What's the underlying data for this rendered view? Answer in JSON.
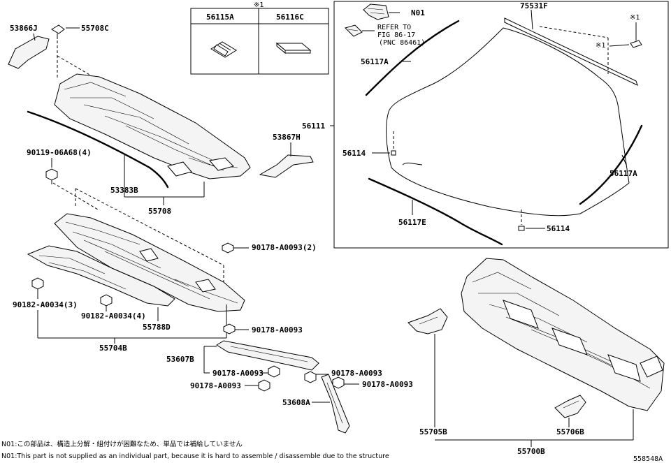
{
  "labels": {
    "p53866J": "53866J",
    "p55708C": "55708C",
    "p56115A": "56115A",
    "p56116C": "56116C",
    "mark1": "※1",
    "n01": "N01",
    "refer1": "REFER TO",
    "refer2": "FIG 86-17",
    "refer3": "(PNC 86461)",
    "p75531F": "75531F",
    "p56117A_a": "56117A",
    "p56117A_b": "56117A",
    "p56111": "56111",
    "p56114_a": "56114",
    "p56114_b": "56114",
    "p56117E": "56117E",
    "p90119": "90119-06A68(4)",
    "p53867H": "53867H",
    "p53383B": "53383B",
    "p55708": "55708",
    "p90178_2": "90178-A0093(2)",
    "p90182_3": "90182-A0034(3)",
    "p90182_4": "90182-A0034(4)",
    "p55788D": "55788D",
    "p55704B": "55704B",
    "p90178_a": "90178-A0093",
    "p53607B": "53607B",
    "p90178_b": "90178-A0093",
    "p90178_c": "90178-A0093",
    "p90178_d": "90178-A0093",
    "p90178_e": "90178-A0093",
    "p53608A": "53608A",
    "p55705B": "55705B",
    "p55706B": "55706B",
    "p55700B": "55700B",
    "note_jp": "N01:この部品は、構造上分解・組付けが困難なため、単品では補給していません",
    "note_en": "N01:This part is not supplied as an individual part, because it is hard to assemble / disassemble due to the structure",
    "drawing_no": "558548A"
  },
  "icons": [
    "bolt-icon",
    "clip-icon",
    "nut-icon"
  ]
}
